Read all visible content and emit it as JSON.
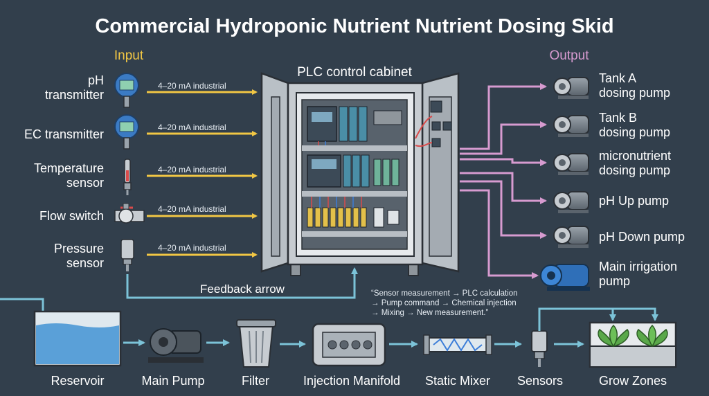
{
  "title": "Commercial Hydroponic Nutrient Nutrient Dosing Skid",
  "input_header": "Input",
  "output_header": "Output",
  "cabinet_label": "PLC control cabinet",
  "feedback_label": "Feedback arrow",
  "inputs": [
    {
      "line1": "pH",
      "line2": "transmitter",
      "signal": "4–20 mA industrial",
      "icon": "ph-transmitter-icon"
    },
    {
      "line1": "EC transmitter",
      "line2": "",
      "signal": "4–20 mA industrial",
      "icon": "ec-transmitter-icon"
    },
    {
      "line1": "Temperature",
      "line2": "sensor",
      "signal": "4–20 mA industrial",
      "icon": "temperature-sensor-icon"
    },
    {
      "line1": "Flow switch",
      "line2": "",
      "signal": "4–20 mA industrial",
      "icon": "flow-switch-icon"
    },
    {
      "line1": "Pressure",
      "line2": "sensor",
      "signal": "4–20 mA industrial",
      "icon": "pressure-sensor-icon"
    }
  ],
  "outputs": [
    {
      "line1": "Tank A",
      "line2": "dosing pump",
      "icon": "dosing-pump-icon"
    },
    {
      "line1": "Tank B",
      "line2": "dosing pump",
      "icon": "dosing-pump-icon"
    },
    {
      "line1": "micronutrient",
      "line2": "dosing pump",
      "icon": "dosing-pump-icon"
    },
    {
      "line1": "pH Up pump",
      "line2": "",
      "icon": "dosing-pump-icon"
    },
    {
      "line1": "pH Down pump",
      "line2": "",
      "icon": "dosing-pump-icon"
    },
    {
      "line1": "Main irrigation",
      "line2": "pump",
      "icon": "irrigation-pump-icon"
    }
  ],
  "note_lines": [
    "“Sensor measurement → PLC calculation",
    "→ Pump command → Chemical injection",
    "→ Mixing → New measurement.”"
  ],
  "process_flow": [
    "Reservoir",
    "Main Pump",
    "Filter",
    "Injection Manifold",
    "Static Mixer",
    "Sensors",
    "Grow Zones"
  ],
  "colors": {
    "background": "#323f4c",
    "input_arrow": "#f2c744",
    "output_arrow": "#d79bd0",
    "pipe": "#7cc3d8",
    "water": "#5aa0d8"
  }
}
